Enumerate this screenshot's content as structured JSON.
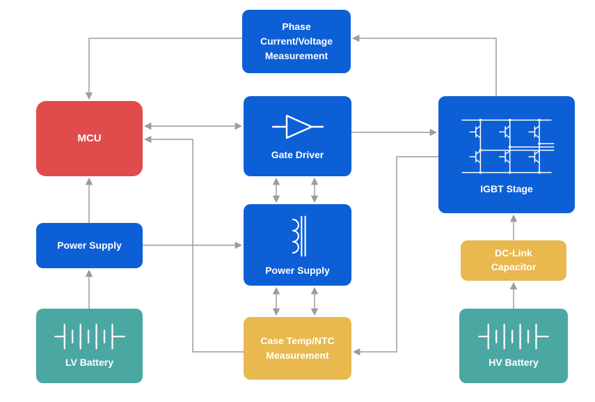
{
  "colors": {
    "blue": "#0d5fd6",
    "red": "#e04b4b",
    "teal": "#4ba7a2",
    "gold": "#e9b84e",
    "wire": "#9c9c9c",
    "background": "#ffffff",
    "node_text": "#ffffff"
  },
  "nodes": {
    "phase_measurement": {
      "lines": [
        "Phase",
        "Current/Voltage",
        "Measurement"
      ],
      "color": "blue"
    },
    "mcu": {
      "label": "MCU",
      "color": "red"
    },
    "gate_driver": {
      "label": "Gate Driver",
      "color": "blue",
      "icon": "amplifier-icon"
    },
    "igbt_stage": {
      "label": "IGBT Stage",
      "color": "blue",
      "icon": "igbt-bridge-icon"
    },
    "power_supply_lv": {
      "label": "Power Supply",
      "color": "blue"
    },
    "power_supply_gate": {
      "label": "Power Supply",
      "color": "blue",
      "icon": "transformer-icon"
    },
    "dc_link_capacitor": {
      "lines": [
        "DC-Link",
        "Capacitor"
      ],
      "color": "gold"
    },
    "lv_battery": {
      "label": "LV Battery",
      "color": "teal",
      "icon": "battery-icon"
    },
    "case_temp_measurement": {
      "lines": [
        "Case Temp/NTC",
        "Measurement"
      ],
      "color": "gold"
    },
    "hv_battery": {
      "label": "HV Battery",
      "color": "teal",
      "icon": "battery-icon"
    }
  }
}
